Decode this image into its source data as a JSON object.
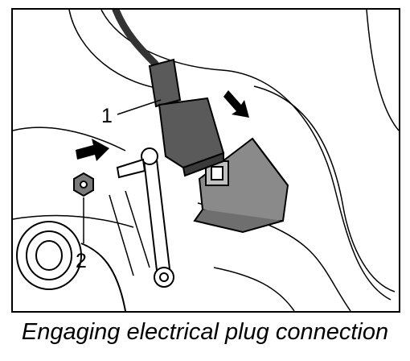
{
  "callouts": {
    "one": "1",
    "two": "2"
  },
  "caption": "Engaging electrical plug connection",
  "icons": {
    "arrow_left": "arrow-right-icon",
    "arrow_right": "arrow-down-right-icon"
  },
  "colors": {
    "line": "#000000",
    "plug": "#5a5a5a",
    "housing": "#8a8a8a",
    "cable": "#333333"
  }
}
